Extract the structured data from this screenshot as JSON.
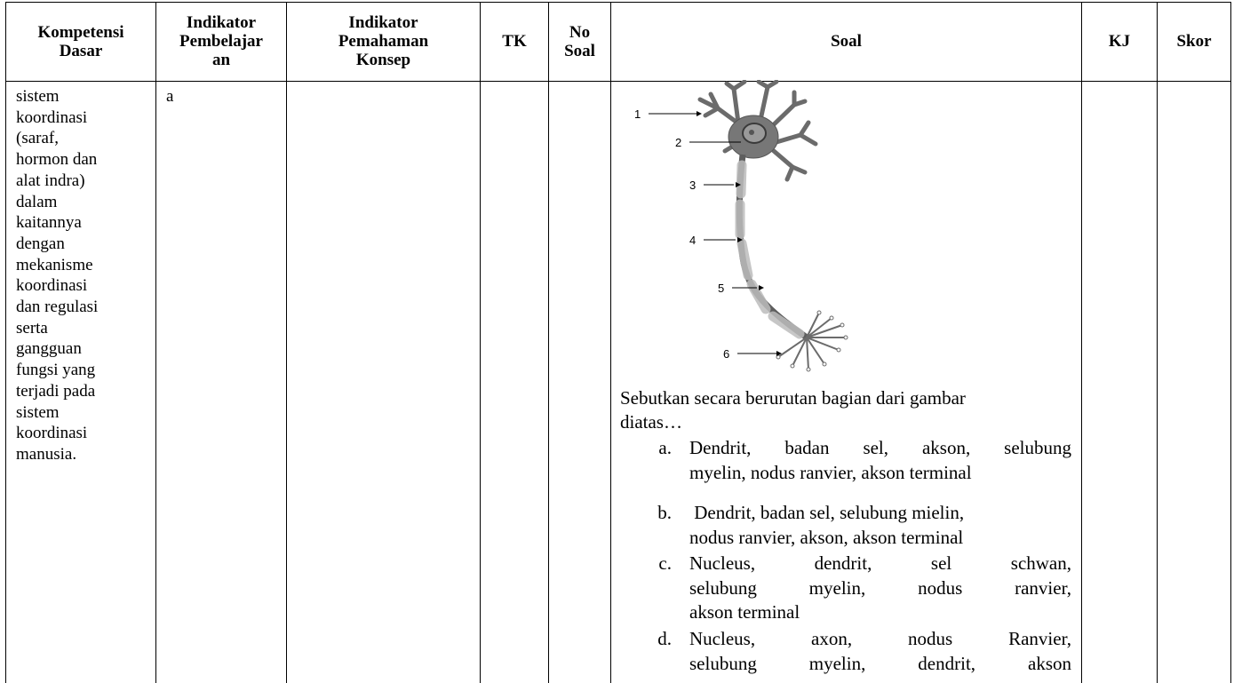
{
  "table": {
    "headers": {
      "kompetensi_dasar": [
        "Kompetensi",
        "Dasar"
      ],
      "indikator_pembelajaran": [
        "Indikator",
        "Pembelajar",
        "an"
      ],
      "indikator_pemahaman_konsep": [
        "Indikator",
        "Pemahaman",
        "Konsep"
      ],
      "tk": "TK",
      "no_soal": [
        "No",
        "Soal"
      ],
      "soal": "Soal",
      "kj": "KJ",
      "skor": "Skor"
    },
    "row": {
      "kompetensi_dasar_lines": [
        "sistem",
        "koordinasi",
        "(saraf,",
        "hormon dan",
        "alat indra)",
        "dalam",
        "kaitannya",
        "dengan",
        "mekanisme",
        "koordinasi",
        "dan regulasi",
        "serta",
        "gangguan",
        "fungsi yang",
        "terjadi pada",
        "sistem",
        "koordinasi",
        "manusia."
      ],
      "indikator_pembelajaran": "a",
      "figure_labels": [
        "1",
        "2",
        "3",
        "4",
        "5",
        "6"
      ],
      "question_stem_lines": [
        "Sebutkan secara berurutan bagian dari gambar",
        "diatas…"
      ],
      "options": [
        {
          "label": "a.",
          "lines": [
            "Dendrit, badan sel, akson, selubung",
            "myelin, nodus ranvier, akson terminal"
          ]
        },
        {
          "label": "b.",
          "lines": [
            " Dendrit, badan sel, selubung mielin,",
            "nodus ranvier, akson, akson terminal"
          ]
        },
        {
          "label": "c.",
          "lines": [
            "Nucleus, dendrit, sel schwan,",
            "selubung myelin, nodus ranvier,",
            "akson terminal"
          ]
        },
        {
          "label": "d.",
          "lines": [
            "Nucleus, axon, nodus Ranvier,",
            "selubung myelin, dendrit, akson"
          ]
        }
      ]
    }
  }
}
